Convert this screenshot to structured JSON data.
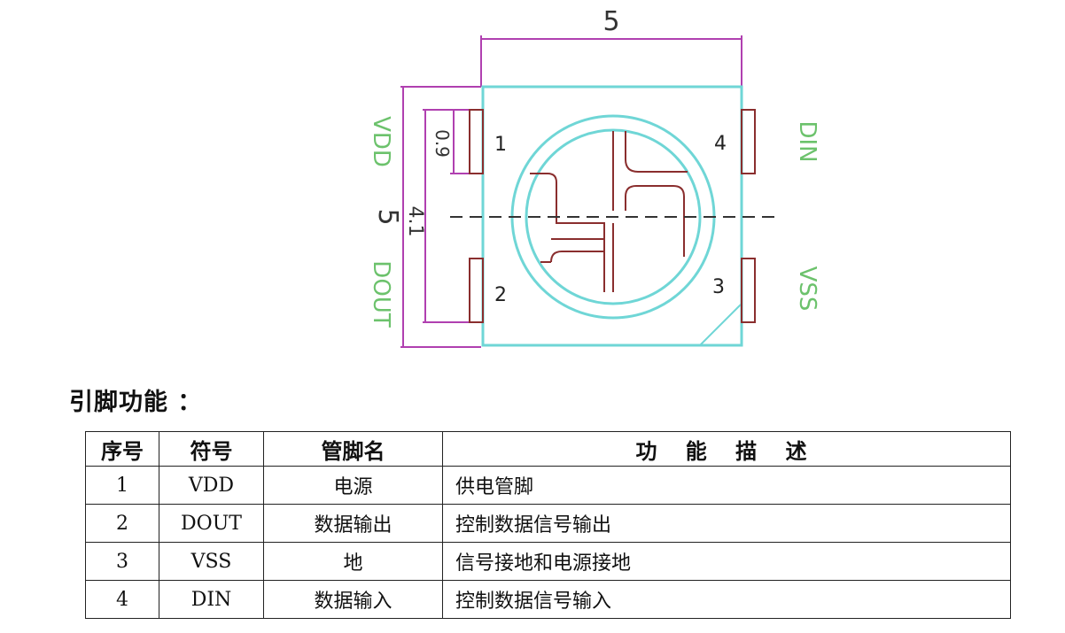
{
  "diagram": {
    "top_dimension": "5",
    "side_dimension": "5",
    "inner_dimension": "4.1",
    "pad_dimension": "0.9",
    "pin_numbers": [
      "1",
      "2",
      "3",
      "4"
    ],
    "signal_labels": {
      "pin1": "VDD",
      "pin2": "DOUT",
      "pin3": "VSS",
      "pin4": "DIN"
    },
    "colors": {
      "outline": "#6fd6d6",
      "dimension": "#b040b0",
      "pad": "#8a2e2e",
      "signal": "#6cc26c",
      "centerline": "#333333"
    }
  },
  "section_heading": "引脚功能 ：",
  "table": {
    "headers": [
      "序号",
      "符号",
      "管脚名",
      "功 能 描 述"
    ],
    "rows": [
      [
        "1",
        "VDD",
        "电源",
        "供电管脚"
      ],
      [
        "2",
        "DOUT",
        "数据输出",
        "控制数据信号输出"
      ],
      [
        "3",
        "VSS",
        "地",
        "信号接地和电源接地"
      ],
      [
        "4",
        "DIN",
        "数据输入",
        "控制数据信号输入"
      ]
    ]
  }
}
